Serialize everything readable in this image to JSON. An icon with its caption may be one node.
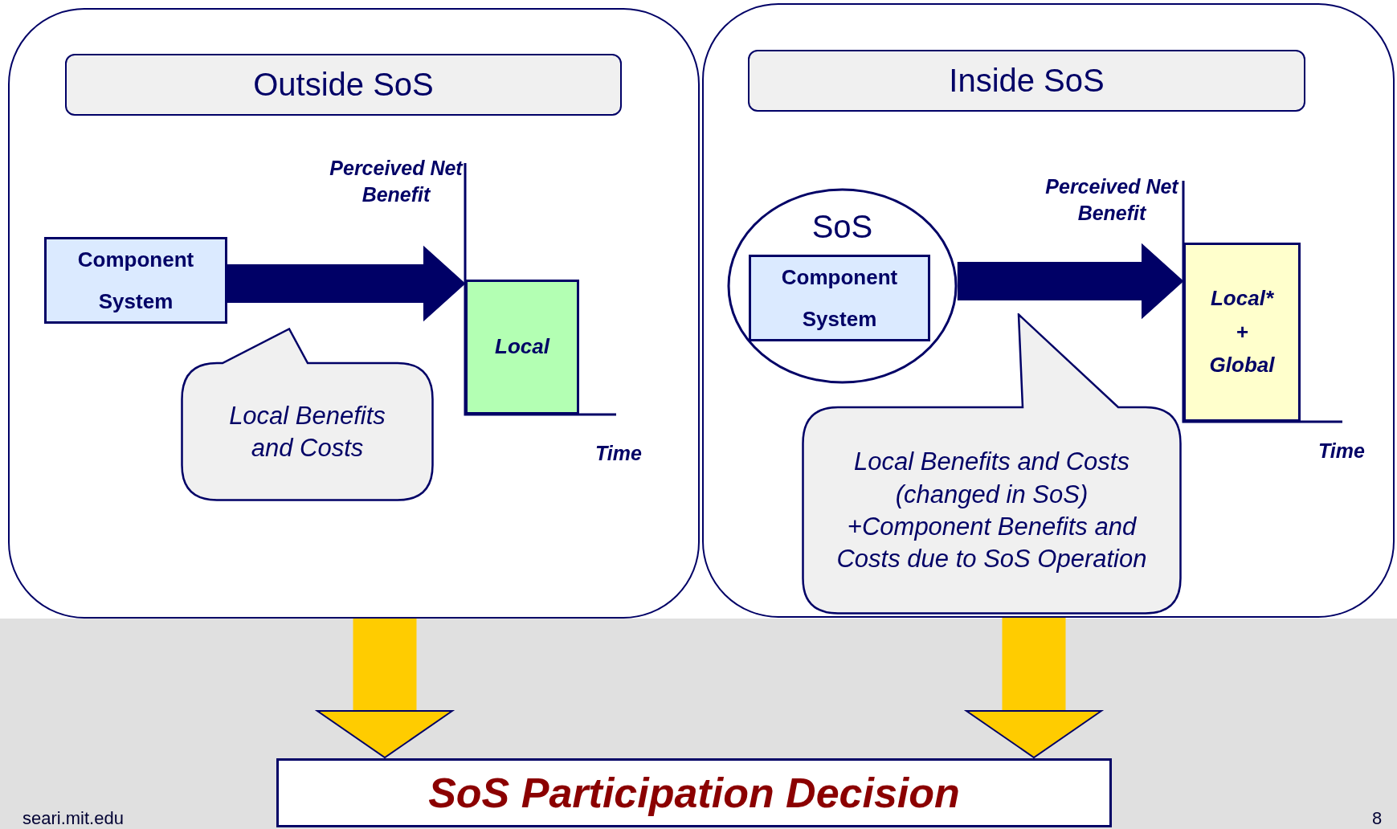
{
  "diagram": {
    "nodes": [
      {
        "text": [],
        "shape": "box"
      },
      {
        "text": [
          "Outside SoS"
        ],
        "in": 0
      },
      {
        "text": [
          "Component System"
        ],
        "in": 0
      },
      {
        "text": [
          "Local Benefits and Costs"
        ],
        "in": 0
      },
      {
        "text": [
          "Local"
        ],
        "in": 0
      },
      {
        "text": [],
        "shape": "box"
      },
      {
        "text": [
          "Inside SoS"
        ],
        "in": 5
      },
      {
        "text": [
          "SoS"
        ],
        "in": 5
      },
      {
        "text": [
          "Component System"
        ],
        "in": 7
      },
      {
        "text": [
          "Local* + Global"
        ],
        "in": 5
      },
      {
        "text": [
          "Local Benefits and Costs (changed in SoS) +Component Benefits and Costs due to SoS Operation"
        ],
        "in": 5
      },
      {
        "text": [
          "SoS Participation Decision"
        ]
      }
    ],
    "edges": [
      {
        "from": 2,
        "to": 4,
        "arrow": "to",
        "color": "#000066"
      },
      {
        "from": 7,
        "to": 9,
        "arrow": "to",
        "color": "#000066"
      },
      {
        "from": 0,
        "to": 11,
        "arrow": "to",
        "color": "#ffcc00"
      },
      {
        "from": 5,
        "to": 11,
        "arrow": "to",
        "color": "#ffcc00"
      }
    ],
    "labels": [
      "Perceived Net Benefit",
      "Time",
      "Perceived Net Benefit",
      "Time",
      "seari.mit.edu",
      "8"
    ]
  }
}
